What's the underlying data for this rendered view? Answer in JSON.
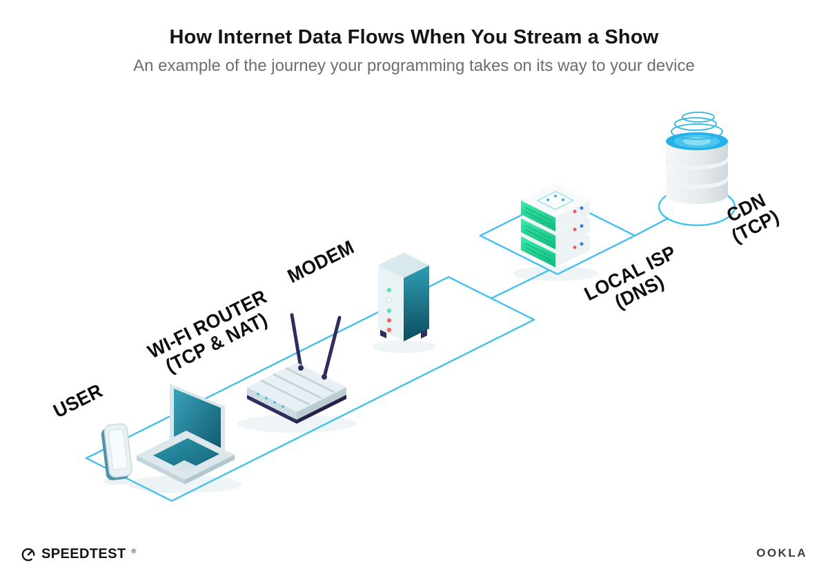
{
  "header": {
    "title": "How Internet Data Flows When You Stream a Show",
    "subtitle": "An example of the journey your programming takes on its way to your device"
  },
  "nodes": {
    "user": {
      "label": "USER"
    },
    "router": {
      "line1": "WI-FI ROUTER",
      "line2": "(TCP & NAT)"
    },
    "modem": {
      "label": "MODEM"
    },
    "isp": {
      "line1": "LOCAL ISP",
      "line2": "(DNS)"
    },
    "cdn": {
      "line1": "CDN",
      "line2": "(TCP)"
    }
  },
  "footer": {
    "speedtest_label": "SPEEDTEST",
    "speedtest_mark": "®",
    "ookla_label": "OOKLA"
  },
  "colors": {
    "path_blue": "#47c2ee",
    "device_teal": "#1e7d94",
    "server_green": "#22d795",
    "accent_navy": "#2e2e5c",
    "cdn_cyan": "#24b2e8",
    "led_red": "#ef6868",
    "led_green": "#5fe0b2"
  }
}
